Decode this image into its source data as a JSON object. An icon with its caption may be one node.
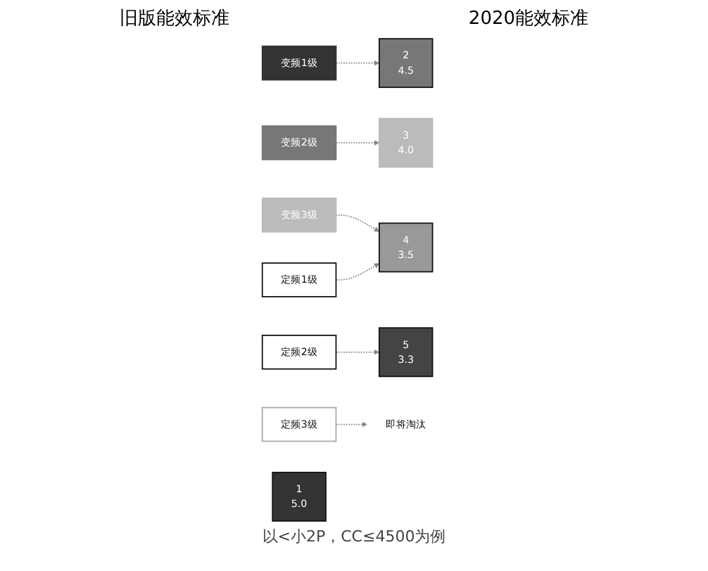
{
  "diagram": {
    "nodes": [
      {
        "text": [
          "变频1级"
        ]
      },
      {
        "text": [
          "变频2级"
        ]
      },
      {
        "text": [
          "变频3级"
        ]
      },
      {
        "text": [
          "定频1级"
        ]
      },
      {
        "text": [
          "定频2级"
        ]
      },
      {
        "text": [
          "定频3级"
        ]
      },
      {
        "text": [
          "1",
          "5.0"
        ]
      },
      {
        "text": [
          "2",
          "4.5"
        ]
      },
      {
        "text": [
          "3",
          "4.0"
        ]
      },
      {
        "text": [
          "4",
          "3.5"
        ]
      },
      {
        "text": [
          "5",
          "3.3"
        ]
      },
      {
        "text": [
          "即将淘汰"
        ]
      }
    ],
    "edges": [
      {
        "from": 0,
        "to": 7,
        "arrow": "to",
        "style": "dashed"
      },
      {
        "from": 1,
        "to": 8,
        "arrow": "to",
        "style": "dashed"
      },
      {
        "from": 2,
        "to": 9,
        "arrow": "to",
        "style": "dashed"
      },
      {
        "from": 3,
        "to": 9,
        "arrow": "to",
        "style": "dashed"
      },
      {
        "from": 4,
        "to": 10,
        "arrow": "to",
        "style": "dashed"
      },
      {
        "from": 5,
        "to": 11,
        "arrow": "to",
        "style": "dashed"
      }
    ],
    "labels": [
      "2020能效标准",
      "旧版能效标准",
      "以<小2P，CC≤4500为例"
    ]
  }
}
